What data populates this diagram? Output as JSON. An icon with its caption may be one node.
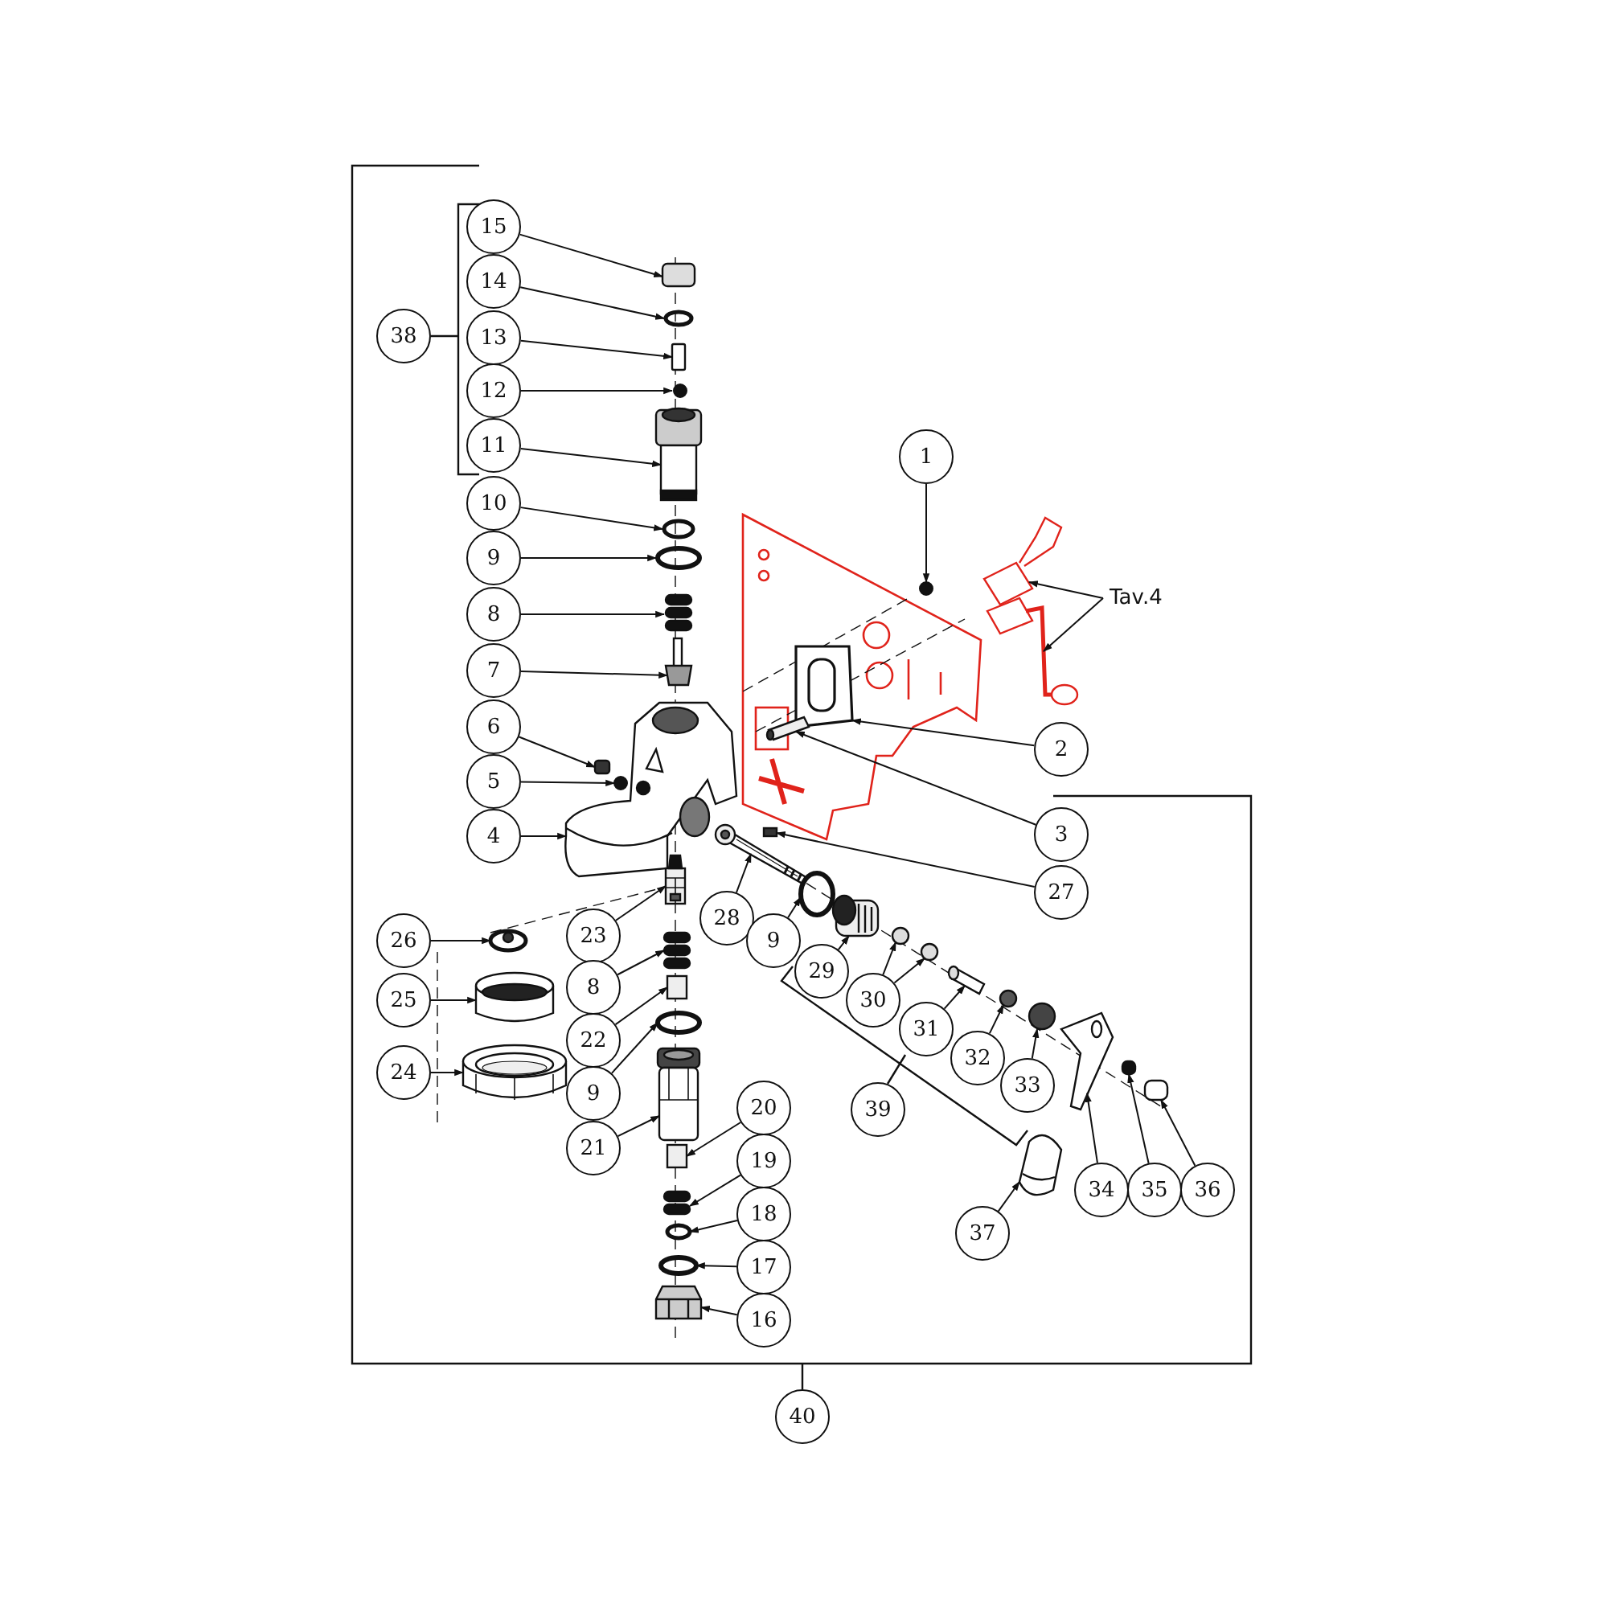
{
  "diagram": {
    "nodes": [
      {
        "text": [
          "15"
        ]
      },
      {
        "text": [
          "14"
        ]
      },
      {
        "text": [
          "13"
        ]
      },
      {
        "text": [
          "12"
        ]
      },
      {
        "text": [
          "11"
        ]
      },
      {
        "text": [
          "38"
        ]
      },
      {
        "text": [
          "10"
        ]
      },
      {
        "text": [
          "9"
        ]
      },
      {
        "text": [
          "8"
        ]
      },
      {
        "text": [
          "7"
        ]
      },
      {
        "text": [
          "6"
        ]
      },
      {
        "text": [
          "5"
        ]
      },
      {
        "text": [
          "4"
        ]
      },
      {
        "text": [
          "1"
        ]
      },
      {
        "text": [
          "Tav.4"
        ]
      },
      {
        "text": [
          "2"
        ]
      },
      {
        "text": [
          "3"
        ]
      },
      {
        "text": [
          "27"
        ]
      },
      {
        "text": [
          "26"
        ]
      },
      {
        "text": [
          "23"
        ]
      },
      {
        "text": [
          "28"
        ]
      },
      {
        "text": [
          "9"
        ]
      },
      {
        "text": [
          "25"
        ]
      },
      {
        "text": [
          "8"
        ]
      },
      {
        "text": [
          "29"
        ]
      },
      {
        "text": [
          "30"
        ]
      },
      {
        "text": [
          "22"
        ]
      },
      {
        "text": [
          "31"
        ]
      },
      {
        "text": [
          "32"
        ]
      },
      {
        "text": [
          "9"
        ]
      },
      {
        "text": [
          "33"
        ]
      },
      {
        "text": [
          "24"
        ]
      },
      {
        "text": [
          "39"
        ]
      },
      {
        "text": [
          "21"
        ]
      },
      {
        "text": [
          "20"
        ]
      },
      {
        "text": [
          "34"
        ]
      },
      {
        "text": [
          "35"
        ]
      },
      {
        "text": [
          "36"
        ]
      },
      {
        "text": [
          "19"
        ]
      },
      {
        "text": [
          "18"
        ]
      },
      {
        "text": [
          "37"
        ]
      },
      {
        "text": [
          "17"
        ]
      },
      {
        "text": [
          "16"
        ]
      },
      {
        "text": [
          "40"
        ]
      },
      {
        "text": [],
        "shape": "box"
      },
      {
        "text": [],
        "shape": "circle"
      },
      {
        "text": [],
        "shape": "box"
      },
      {
        "text": [],
        "shape": "circle"
      },
      {
        "text": [],
        "shape": "picture"
      },
      {
        "text": [],
        "shape": "circle"
      },
      {
        "text": [],
        "shape": "circle"
      },
      {
        "text": [],
        "shape": "picture"
      },
      {
        "text": [],
        "shape": "picture"
      },
      {
        "text": [],
        "shape": "box"
      },
      {
        "text": [],
        "shape": "circle"
      },
      {
        "text": [],
        "shape": "picture"
      },
      {
        "text": [],
        "shape": "circle"
      },
      {
        "text": [],
        "shape": "picture"
      },
      {
        "text": [],
        "shape": "picture"
      },
      {
        "text": [],
        "shape": "picture"
      },
      {
        "text": [],
        "shape": "picture"
      },
      {
        "text": [],
        "shape": "box"
      },
      {
        "text": [],
        "shape": "picture"
      },
      {
        "text": [],
        "shape": "picture"
      },
      {
        "text": [],
        "shape": "picture"
      },
      {
        "text": [],
        "shape": "circle"
      },
      {
        "text": [],
        "shape": "picture"
      },
      {
        "text": [],
        "shape": "picture"
      },
      {
        "text": [],
        "shape": "picture"
      },
      {
        "text": [],
        "shape": "circle"
      },
      {
        "text": [],
        "shape": "circle"
      },
      {
        "text": [],
        "shape": "box"
      },
      {
        "text": [],
        "shape": "picture"
      },
      {
        "text": [],
        "shape": "circle"
      },
      {
        "text": [],
        "shape": "circle"
      },
      {
        "text": [],
        "shape": "circle"
      },
      {
        "text": [],
        "shape": "picture"
      },
      {
        "text": [],
        "shape": "picture"
      },
      {
        "text": [],
        "shape": "box"
      },
      {
        "text": [],
        "shape": "picture"
      },
      {
        "text": [],
        "shape": "box"
      },
      {
        "text": [],
        "shape": "box"
      },
      {
        "text": [],
        "shape": "picture"
      },
      {
        "text": [],
        "shape": "circle"
      },
      {
        "text": [],
        "shape": "picture"
      },
      {
        "text": [],
        "shape": "circle"
      },
      {
        "text": [],
        "shape": "picture"
      }
    ],
    "edges": [
      {
        "from": 0,
        "to": 44,
        "arrow": "to"
      },
      {
        "from": 1,
        "to": 45,
        "arrow": "to"
      },
      {
        "from": 2,
        "to": 46,
        "arrow": "to"
      },
      {
        "from": 3,
        "to": 47,
        "arrow": "to"
      },
      {
        "from": 4,
        "to": 48,
        "arrow": "to"
      },
      {
        "from": 6,
        "to": 49,
        "arrow": "to"
      },
      {
        "from": 7,
        "to": 50,
        "arrow": "to"
      },
      {
        "from": 8,
        "to": 51,
        "arrow": "to"
      },
      {
        "from": 9,
        "to": 52,
        "arrow": "to"
      },
      {
        "from": 10,
        "to": 53,
        "arrow": "to"
      },
      {
        "from": 11,
        "to": 54,
        "arrow": "to"
      },
      {
        "from": 12,
        "to": 55,
        "arrow": "to"
      },
      {
        "from": 13,
        "to": 56,
        "arrow": "to"
      },
      {
        "from": 14,
        "to": 57,
        "arrow": "to"
      },
      {
        "from": 14,
        "to": 58,
        "arrow": "to"
      },
      {
        "from": 15,
        "to": 59,
        "arrow": "to"
      },
      {
        "from": 16,
        "to": 60,
        "arrow": "to"
      },
      {
        "from": 17,
        "to": 61,
        "arrow": "to"
      },
      {
        "from": 18,
        "to": 62,
        "arrow": "to"
      },
      {
        "from": 19,
        "to": 63,
        "arrow": "to"
      },
      {
        "from": 20,
        "to": 64,
        "arrow": "to"
      },
      {
        "from": 21,
        "to": 65,
        "arrow": "to"
      },
      {
        "from": 22,
        "to": 66,
        "arrow": "to"
      },
      {
        "from": 23,
        "to": 67,
        "arrow": "to"
      },
      {
        "from": 24,
        "to": 68,
        "arrow": "to"
      },
      {
        "from": 25,
        "to": 69,
        "arrow": "to"
      },
      {
        "from": 25,
        "to": 70,
        "arrow": "to"
      },
      {
        "from": 26,
        "to": 71,
        "arrow": "to"
      },
      {
        "from": 27,
        "to": 72,
        "arrow": "to"
      },
      {
        "from": 28,
        "to": 73,
        "arrow": "to"
      },
      {
        "from": 29,
        "to": 74,
        "arrow": "to"
      },
      {
        "from": 30,
        "to": 75,
        "arrow": "to"
      },
      {
        "from": 31,
        "to": 76,
        "arrow": "to"
      },
      {
        "from": 33,
        "to": 77,
        "arrow": "to"
      },
      {
        "from": 34,
        "to": 78,
        "arrow": "to"
      },
      {
        "from": 35,
        "to": 79,
        "arrow": "to"
      },
      {
        "from": 36,
        "to": 80,
        "arrow": "to"
      },
      {
        "from": 37,
        "to": 81,
        "arrow": "to"
      },
      {
        "from": 38,
        "to": 82,
        "arrow": "to"
      },
      {
        "from": 39,
        "to": 83,
        "arrow": "to"
      },
      {
        "from": 40,
        "to": 84,
        "arrow": "to"
      },
      {
        "from": 41,
        "to": 85,
        "arrow": "to"
      },
      {
        "from": 42,
        "to": 86,
        "arrow": "to"
      }
    ]
  }
}
